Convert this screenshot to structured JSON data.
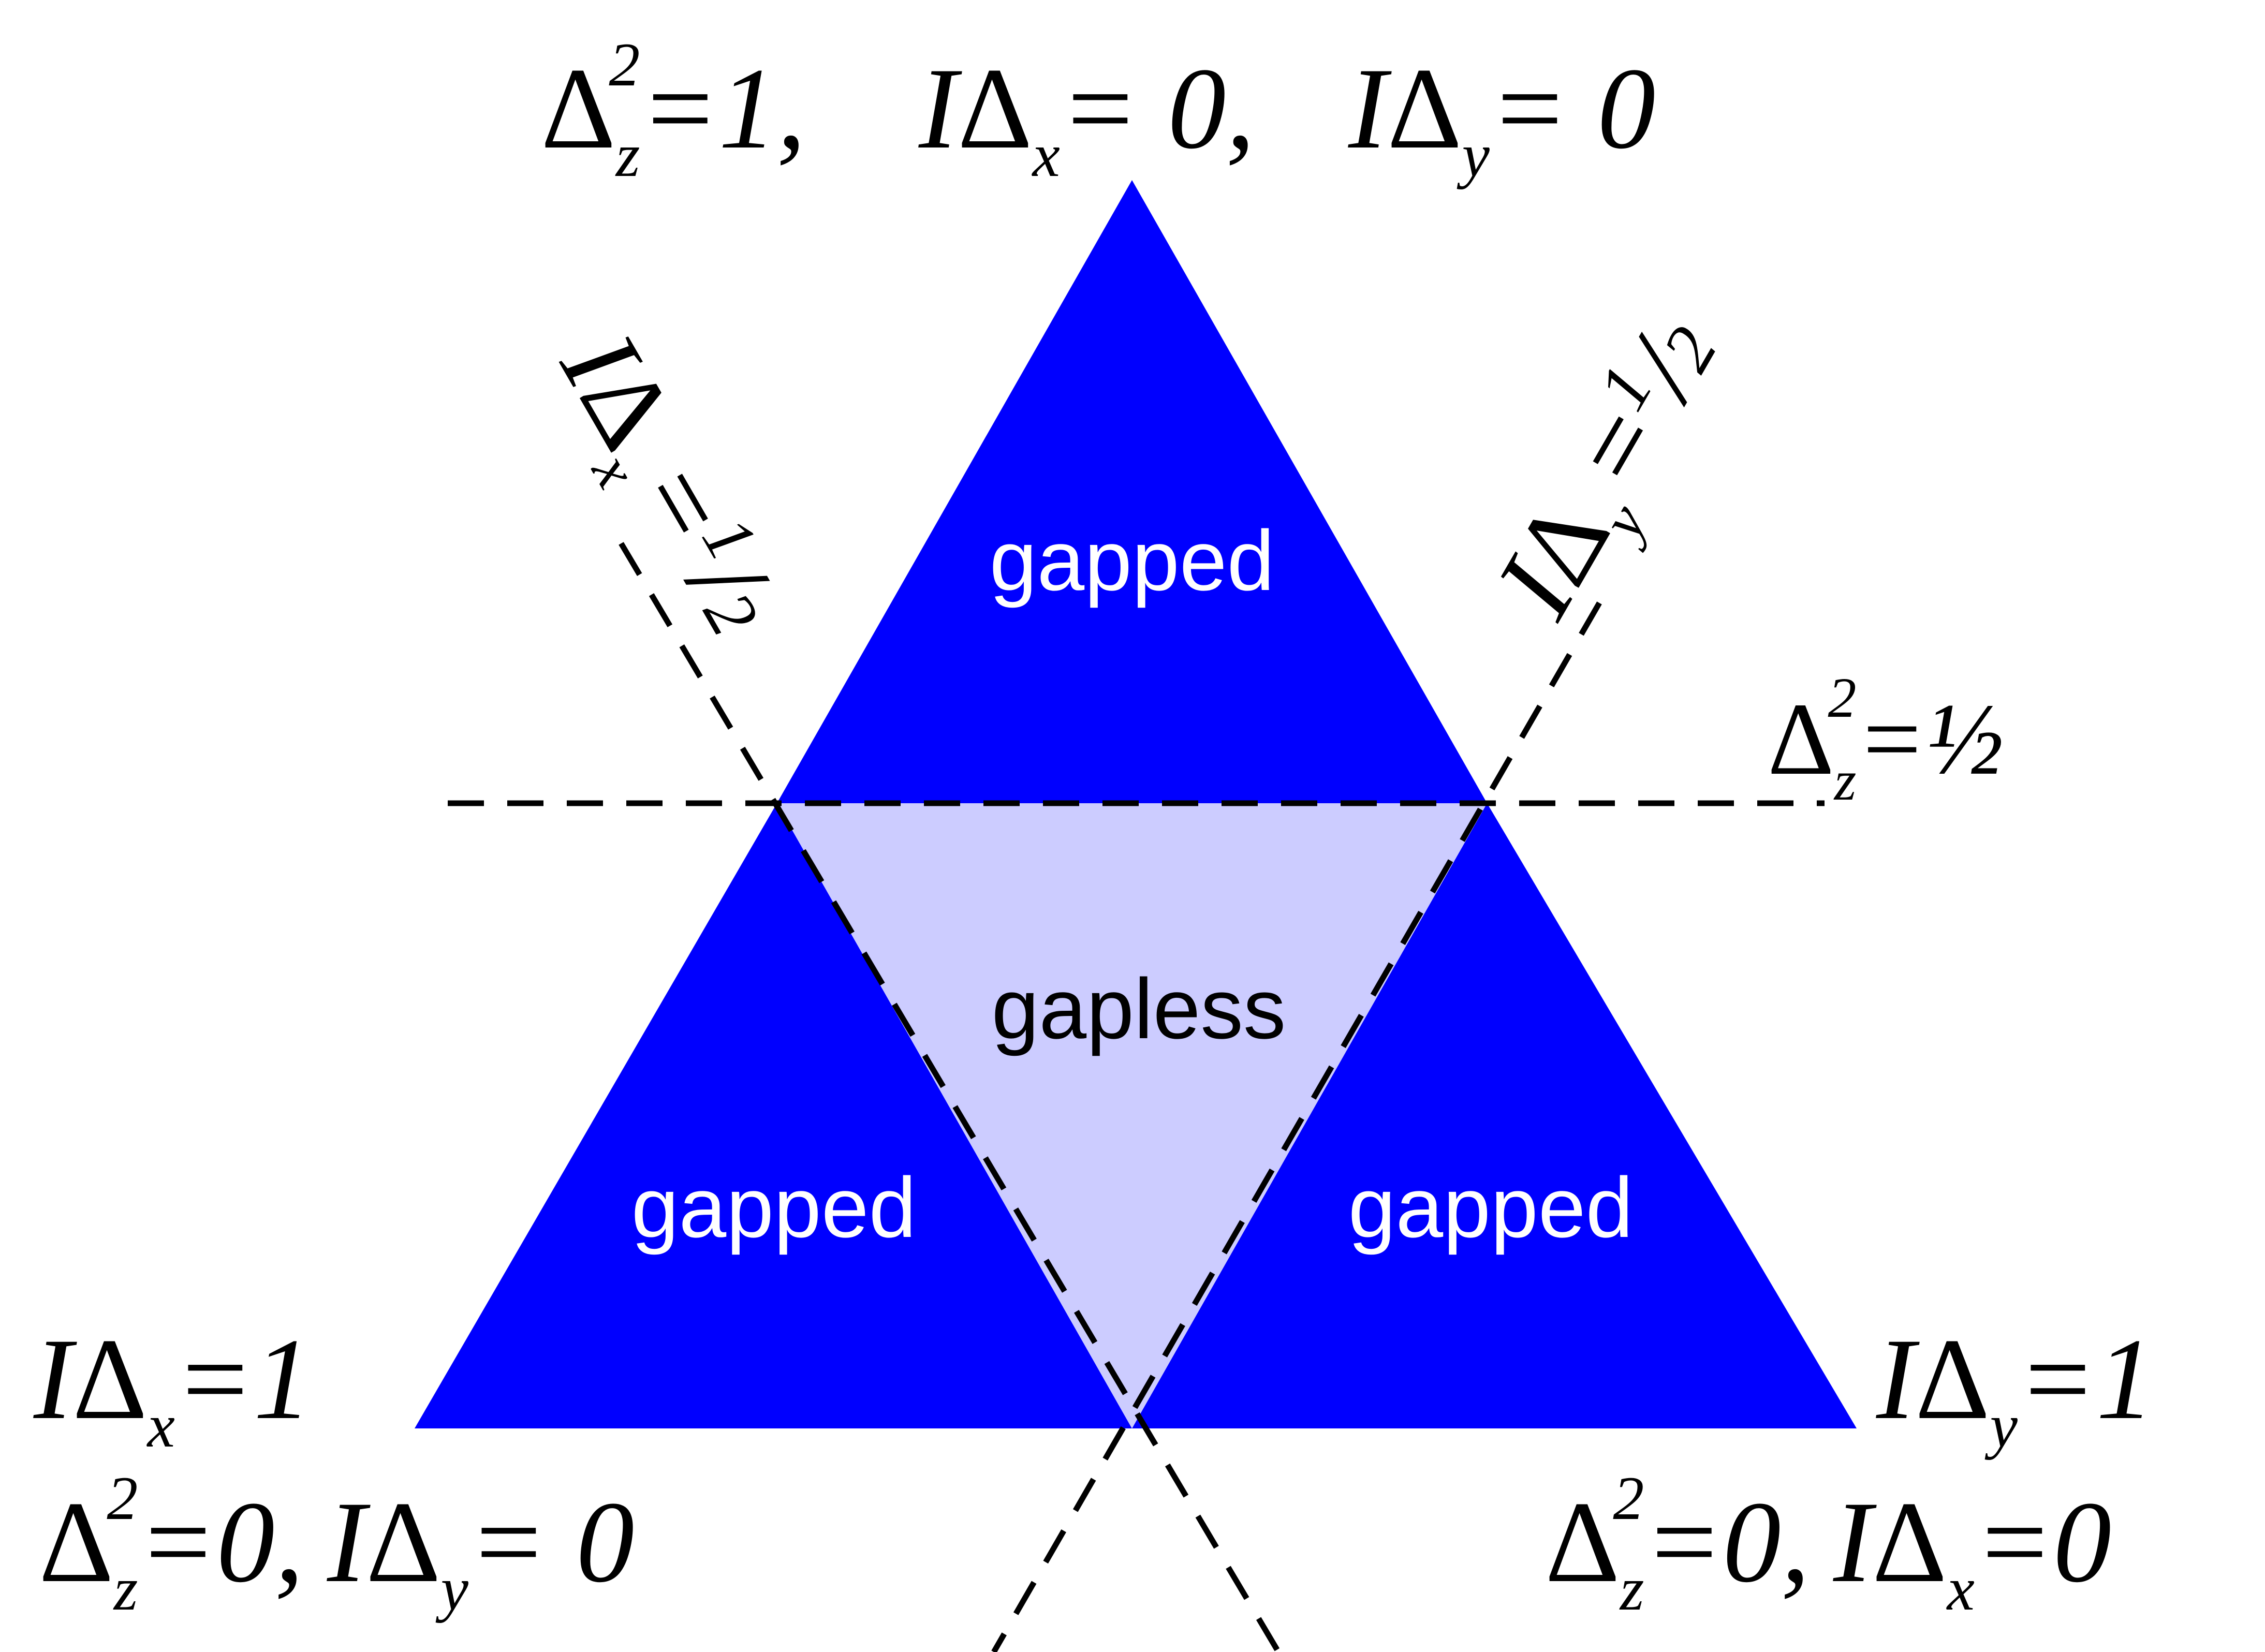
{
  "colors": {
    "gapped_fill": "#0000ff",
    "gapless_fill": "#ccccff",
    "gapped_text": "#ffffff",
    "gapless_text": "#000000",
    "line": "#000000"
  },
  "regions": {
    "top": "gapped",
    "left": "gapped",
    "right": "gapped",
    "center": "gapless"
  },
  "symbols": {
    "I": "I",
    "Delta": "Δ",
    "sub_x": "x",
    "sub_y": "y",
    "sub_z": "z",
    "sup_2": "2",
    "eq_1": "=1",
    "eq_1_comma": "=1,",
    "eq_0": "= 0",
    "eq_0_comma": "= 0,",
    "eq0_tight": "=0",
    "eq0_tight_comma": "=0,",
    "eq_half": "=½",
    "eq_sign": "=",
    "one": "1",
    "two": "2",
    "slash": "/"
  }
}
